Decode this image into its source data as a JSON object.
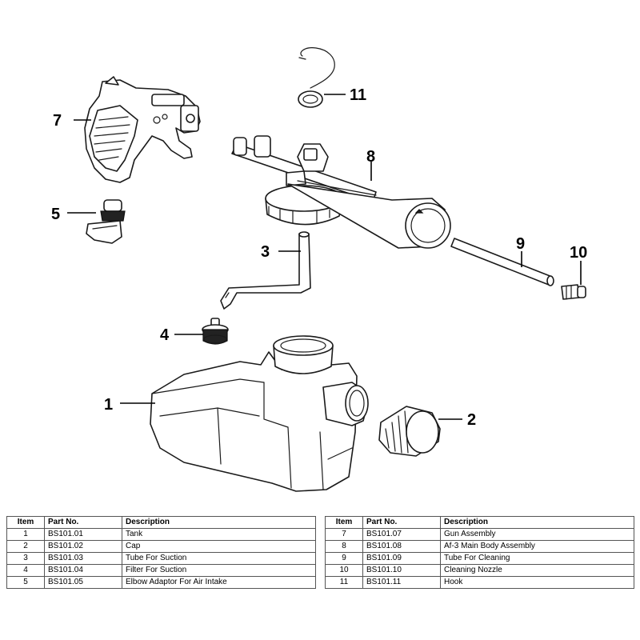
{
  "callouts": {
    "c1": "1",
    "c2": "2",
    "c3": "3",
    "c4": "4",
    "c5": "5",
    "c7": "7",
    "c8": "8",
    "c9": "9",
    "c10": "10",
    "c11": "11"
  },
  "table_headers": {
    "item": "Item",
    "part_no": "Part No.",
    "description": "Description"
  },
  "parts_left": [
    {
      "item": "1",
      "part_no": "BS101.01",
      "description": "Tank"
    },
    {
      "item": "2",
      "part_no": "BS101.02",
      "description": "Cap"
    },
    {
      "item": "3",
      "part_no": "BS101.03",
      "description": "Tube For Suction"
    },
    {
      "item": "4",
      "part_no": "BS101.04",
      "description": "Filter For Suction"
    },
    {
      "item": "5",
      "part_no": "BS101.05",
      "description": "Elbow Adaptor For Air Intake"
    }
  ],
  "parts_right": [
    {
      "item": "7",
      "part_no": "BS101.07",
      "description": "Gun Assembly"
    },
    {
      "item": "8",
      "part_no": "BS101.08",
      "description": "Af-3 Main Body Assembly"
    },
    {
      "item": "9",
      "part_no": "BS101.09",
      "description": "Tube For Cleaning"
    },
    {
      "item": "10",
      "part_no": "BS101.10",
      "description": "Cleaning Nozzle"
    },
    {
      "item": "11",
      "part_no": "BS101.11",
      "description": "Hook"
    }
  ]
}
